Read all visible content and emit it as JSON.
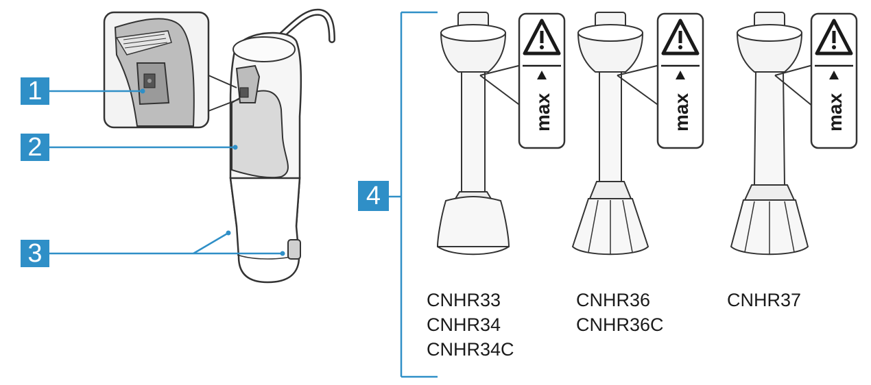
{
  "callouts": {
    "c1": "1",
    "c2": "2",
    "c3": "3",
    "c4": "4"
  },
  "warning": {
    "label": "max"
  },
  "models": {
    "group1": [
      "CNHR33",
      "CNHR34",
      "CNHR34C"
    ],
    "group2": [
      "CNHR36",
      "CNHR36C"
    ],
    "group3": [
      "CNHR37"
    ]
  },
  "colors": {
    "callout": "#2f8fc7",
    "outline": "#333333",
    "body_grey": "#d9d9d9",
    "panel": "#f3f3f3"
  }
}
